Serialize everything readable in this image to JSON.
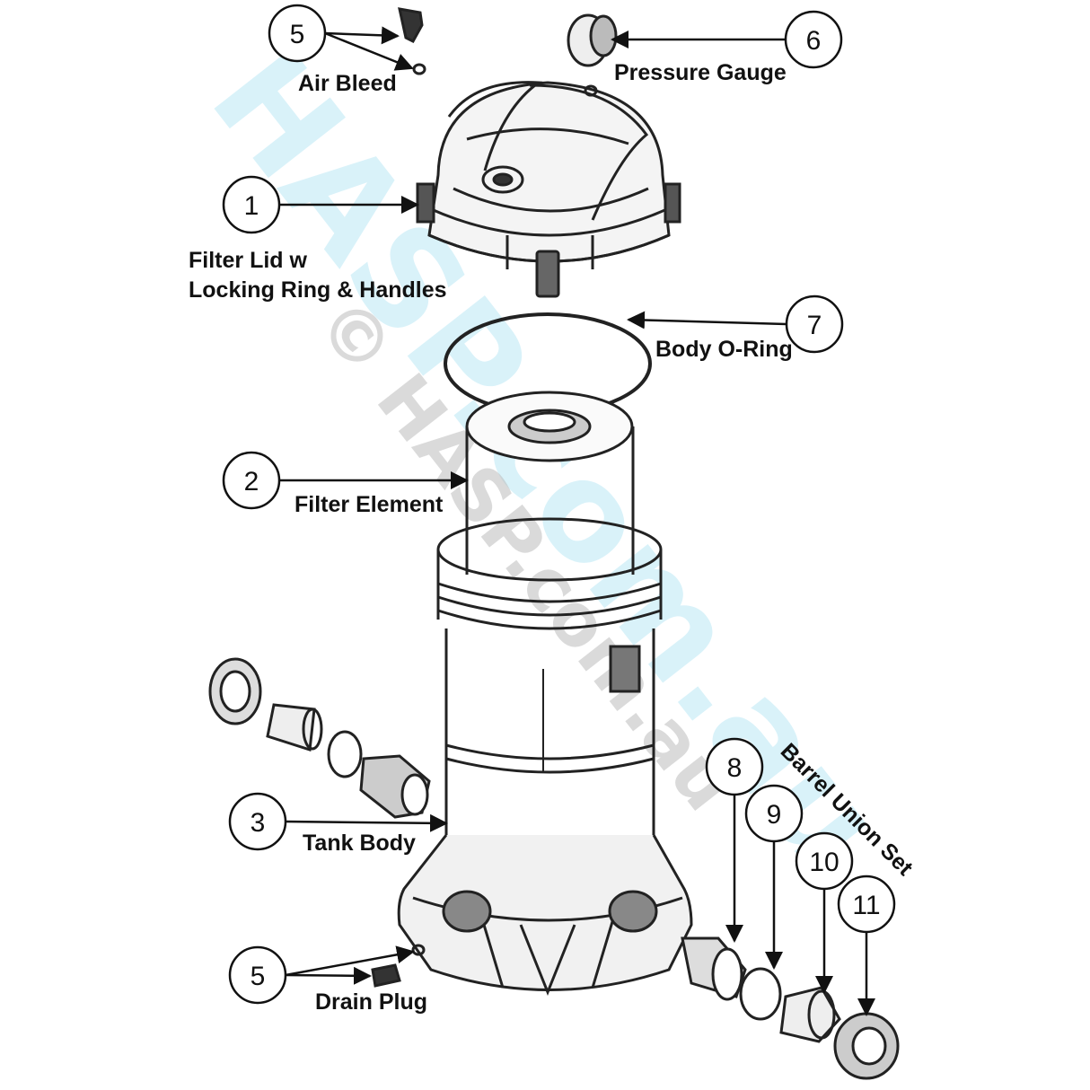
{
  "watermarks": [
    "HASP.com.au",
    "© HASP.com.au"
  ],
  "watermark_colors": {
    "cyan": "#bfe6f2",
    "grey": "#c8c8c8"
  },
  "callouts": [
    {
      "id": "air-bleed",
      "number": "5",
      "label": "Air Bleed"
    },
    {
      "id": "pressure-gauge",
      "number": "6",
      "label": "Pressure Gauge"
    },
    {
      "id": "filter-lid",
      "number": "1",
      "label_line1": "Filter Lid w",
      "label_line2": "Locking Ring & Handles"
    },
    {
      "id": "body-o-ring",
      "number": "7",
      "label": "Body O-Ring"
    },
    {
      "id": "filter-element",
      "number": "2",
      "label": "Filter Element"
    },
    {
      "id": "tank-body",
      "number": "3",
      "label": "Tank Body"
    },
    {
      "id": "drain-plug",
      "number": "5",
      "label": "Drain Plug"
    },
    {
      "id": "union-8",
      "number": "8"
    },
    {
      "id": "union-9",
      "number": "9"
    },
    {
      "id": "union-10",
      "number": "10"
    },
    {
      "id": "union-11",
      "number": "11"
    }
  ],
  "group_label": "Barrel Union Set"
}
